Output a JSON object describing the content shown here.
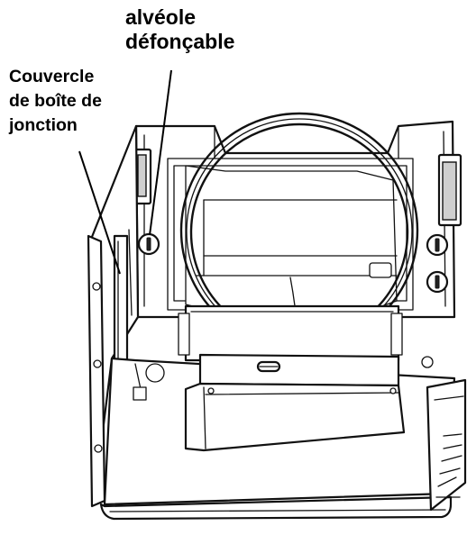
{
  "callouts": {
    "knockout": {
      "lines": [
        "alvéole",
        "défonçable"
      ]
    },
    "junction_box_cover": {
      "lines": [
        "Couvercle",
        "de boîte de",
        "jonction"
      ]
    }
  }
}
